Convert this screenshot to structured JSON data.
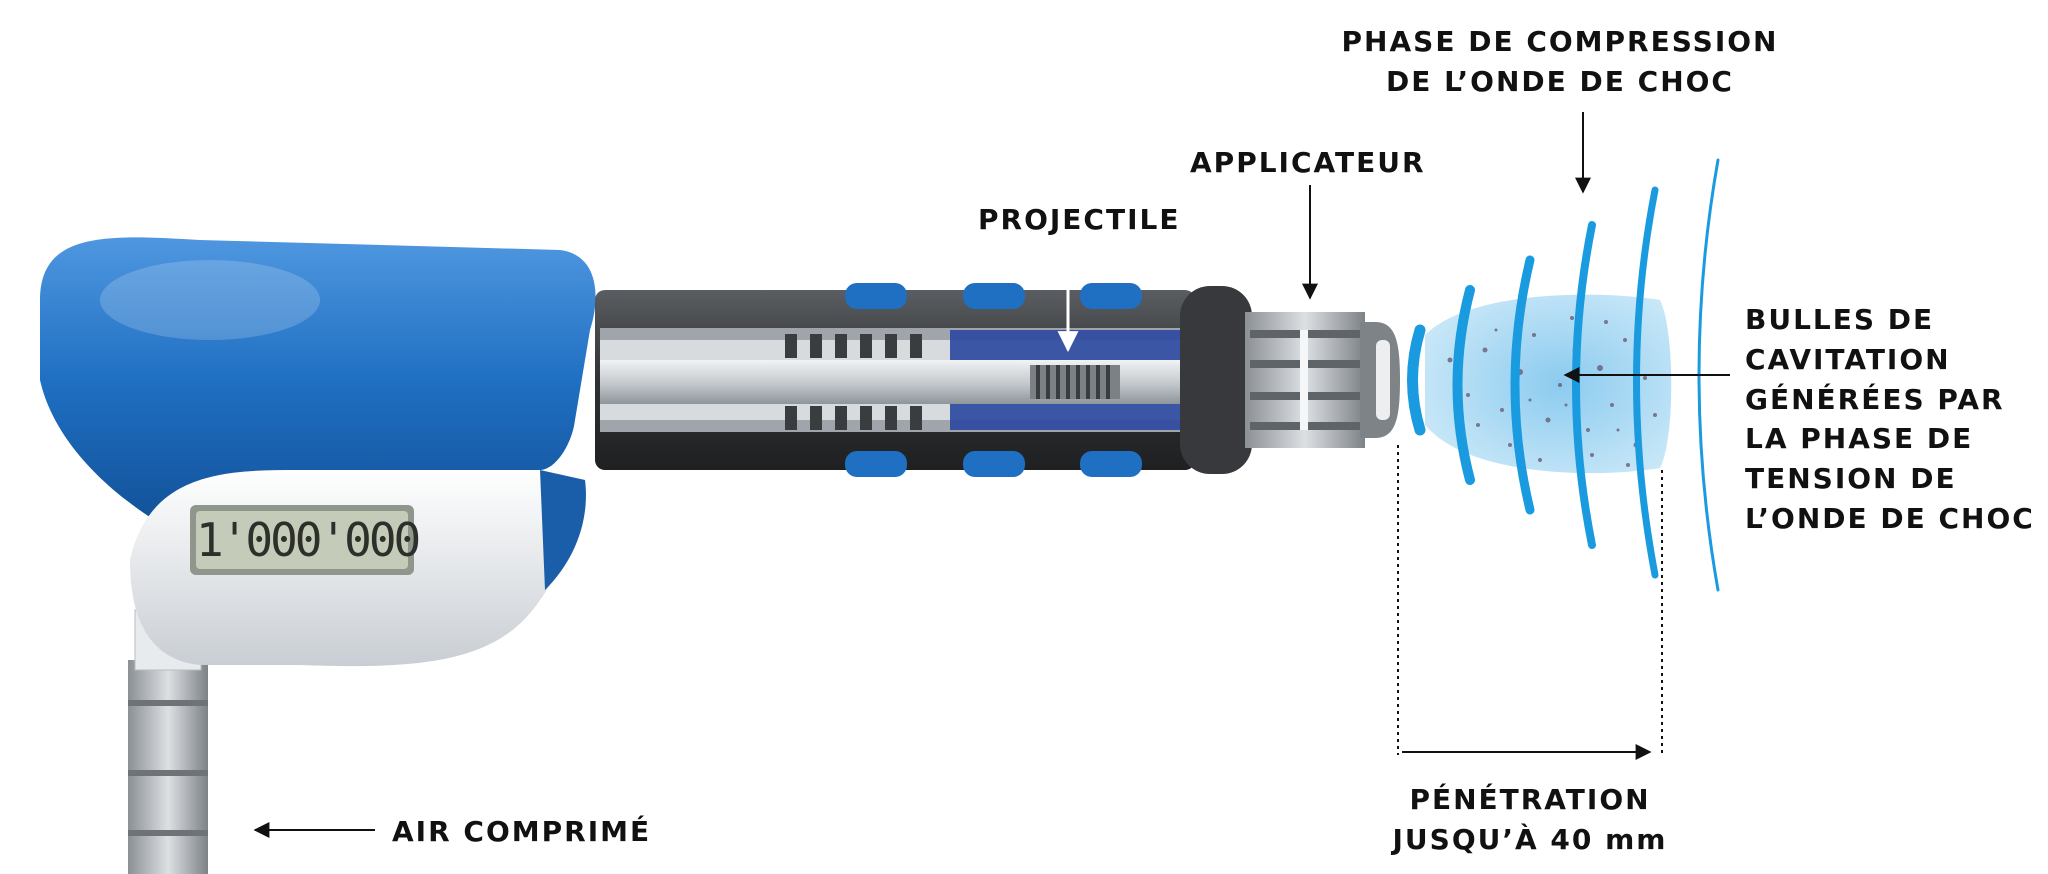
{
  "labels": {
    "compression": [
      "PHASE DE COMPRESSION",
      "DE L’ONDE DE CHOC"
    ],
    "applicateur": "APPLICATEUR",
    "projectile": "PROJECTILE",
    "bulles": [
      "BULLES DE",
      "CAVITATION",
      "GÉNÉRÉES PAR",
      "LA PHASE DE",
      "TENSION DE",
      "L’ONDE DE CHOC"
    ],
    "penetration": [
      "PÉNÉTRATION",
      "JUSQU’À 40 mm"
    ],
    "air": "AIR COMPRIMÉ"
  },
  "device": {
    "counter_display": "1'000'000"
  },
  "colors": {
    "handle_blue": "#1f6fc2",
    "wave_blue": "#1a9be0",
    "cavitation_zone": "#a9d8f3",
    "barrel_dark": "#3b3d40"
  },
  "icons": [
    "arrow-down-icon",
    "arrow-left-icon",
    "arrow-right-icon"
  ]
}
